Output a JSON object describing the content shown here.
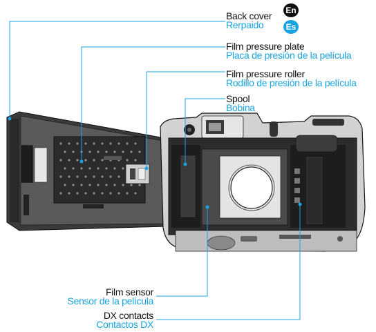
{
  "colors": {
    "english_text": "#111111",
    "spanish_text": "#1aa3e0",
    "leader_line": "#1aa3e0",
    "badge_en": "#111111",
    "badge_es": "#1aa3e0",
    "camera_dark": "#2a2a2a",
    "camera_mid": "#8a8a8a",
    "camera_light": "#d4d4d4"
  },
  "badges": {
    "en": "En",
    "es": "Es"
  },
  "labels": {
    "back_cover": {
      "en": "Back cover",
      "es": "Rerpaido"
    },
    "pressure_plate": {
      "en": "Film pressure plate",
      "es": "Placa de presión de la película"
    },
    "pressure_roller": {
      "en": "Film pressure roller",
      "es": "Rodillo de presión de la película"
    },
    "spool": {
      "en": "Spool",
      "es": "Bobina"
    },
    "film_sensor": {
      "en": "Film sensor",
      "es": "Sensor de la película"
    },
    "dx_contacts": {
      "en": "DX contacts",
      "es": "Contactos DX"
    }
  },
  "icons": [
    "callout-dot",
    "leader-line"
  ]
}
